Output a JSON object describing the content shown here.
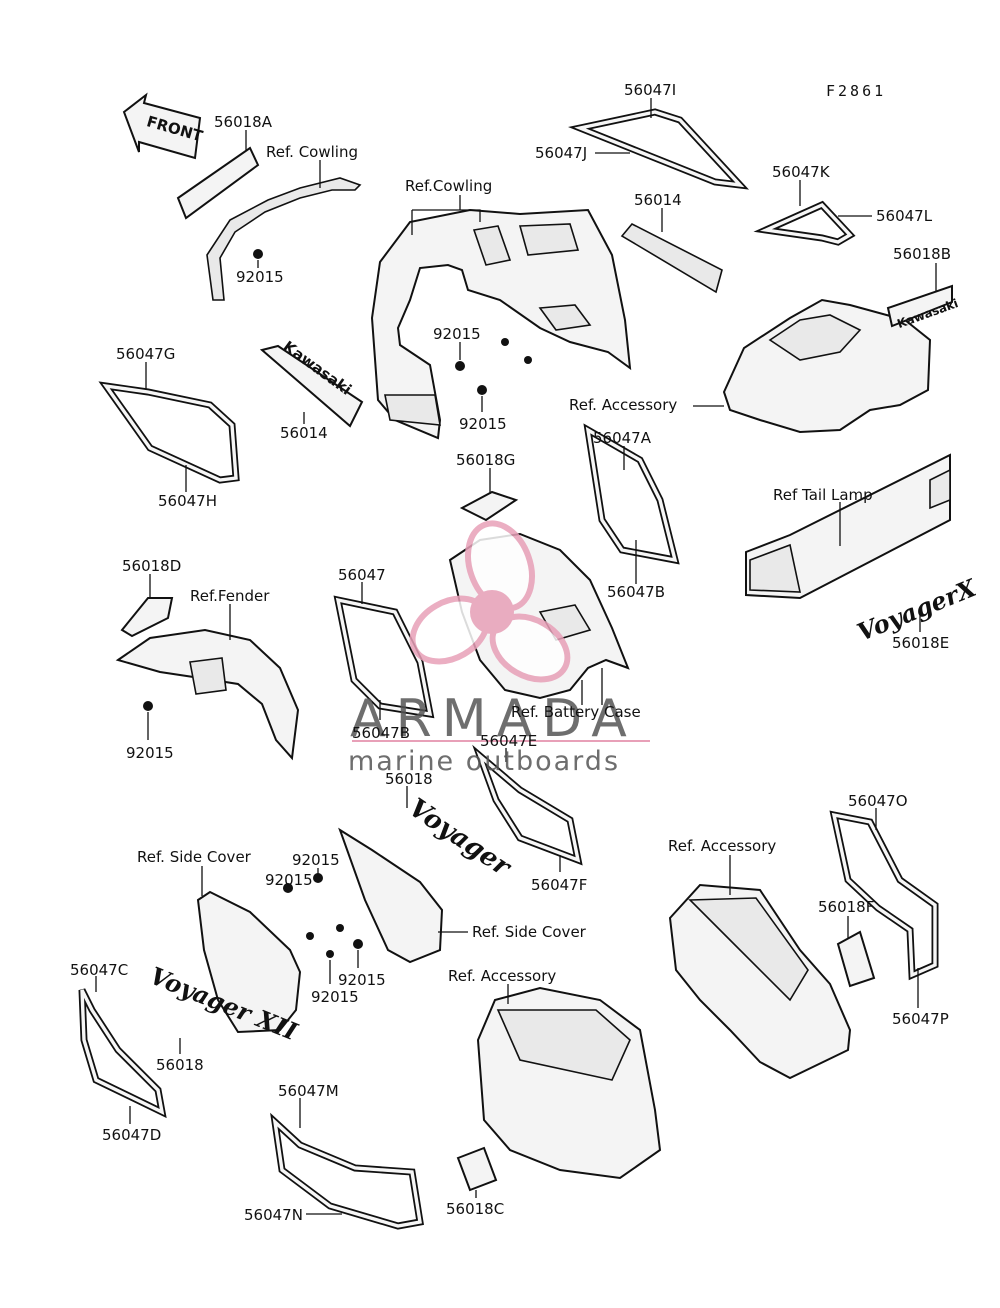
{
  "diagram": {
    "code": "F2861",
    "labels": {
      "p56047I": "56047I",
      "p56047J": "56047J",
      "p56018A": "56018A",
      "ref_cowling_1": "Ref. Cowling",
      "ref_cowling_2": "Ref.Cowling",
      "p56014_top": "56014",
      "p56047K": "56047K",
      "p56047L": "56047L",
      "p56018B": "56018B",
      "p92015_a": "92015",
      "p92015_b": "92015",
      "p92015_c": "92015",
      "p56047G": "56047G",
      "p56014_mid": "56014",
      "p56047H": "56047H",
      "ref_accessory_1": "Ref. Accessory",
      "p56018G": "56018G",
      "p56047A": "56047A",
      "ref_tail_lamp": "Ref  Tail Lamp",
      "p56018D": "56018D",
      "ref_fender": "Ref.Fender",
      "p56047": "56047",
      "p56047B_right": "56047B",
      "p56018E": "56018E",
      "p92015_d": "92015",
      "p56047B_mid": "56047B",
      "ref_battery_case": "Ref. Battery Case",
      "p56047E": "56047E",
      "p56018_mid": "56018",
      "p56047O": "56047O",
      "ref_accessory_2": "Ref. Accessory",
      "ref_side_cover_1": "Ref. Side Cover",
      "p92015_e": "92015",
      "p92015_f": "92015",
      "p56047F": "56047F",
      "ref_side_cover_2": "Ref. Side Cover",
      "p56018F": "56018F",
      "p56047C": "56047C",
      "p92015_g": "92015",
      "p92015_h": "92015",
      "ref_accessory_3": "Ref. Accessory",
      "p56047P": "56047P",
      "p56018_low": "56018",
      "p56047D": "56047D",
      "p56047M": "56047M",
      "p56047N": "56047N",
      "p56018C": "56018C"
    },
    "emblems": {
      "front": "FRONT",
      "kawasaki_mid": "Kawasaki",
      "kawasaki_right": "Kawasaki",
      "voyager_right": "VoyagerX",
      "voyager_mid": "Voyager",
      "voyager_low": "Voyager XII"
    }
  },
  "watermark": {
    "brand": "ARMADA",
    "tagline": "marine outboards",
    "accent_color": "#e8a0b8"
  }
}
